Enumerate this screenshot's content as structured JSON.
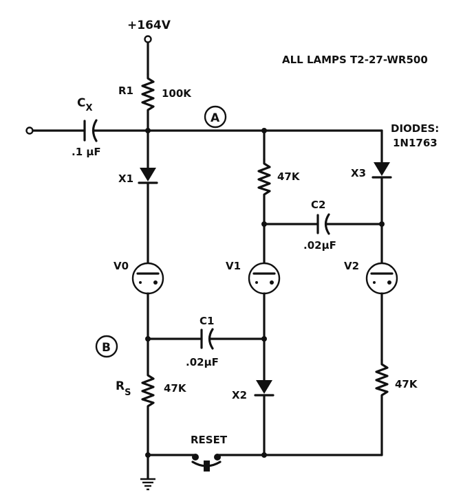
{
  "labels": {
    "supply": "+164V",
    "lamps_note": "ALL LAMPS  T2-27-WR500",
    "diodes_note_1": "DIODES:",
    "diodes_note_2": "1N1763",
    "r1": "R1",
    "r1_value": "100K",
    "node_a": "A",
    "node_b": "B",
    "cx": "C",
    "cx_sub": "X",
    "cx_value": ".1 μF",
    "x1": "X1",
    "x2": "X2",
    "x3": "X3",
    "r_mid_value": "47K",
    "c2": "C2",
    "c2_value": ".02μF",
    "v0": "V0",
    "v1": "V1",
    "v2": "V2",
    "c1": "C1",
    "c1_value": ".02μF",
    "rs": "R",
    "rs_sub": "S",
    "rs_value": "47K",
    "r_right_value": "47K",
    "reset": "RESET"
  }
}
